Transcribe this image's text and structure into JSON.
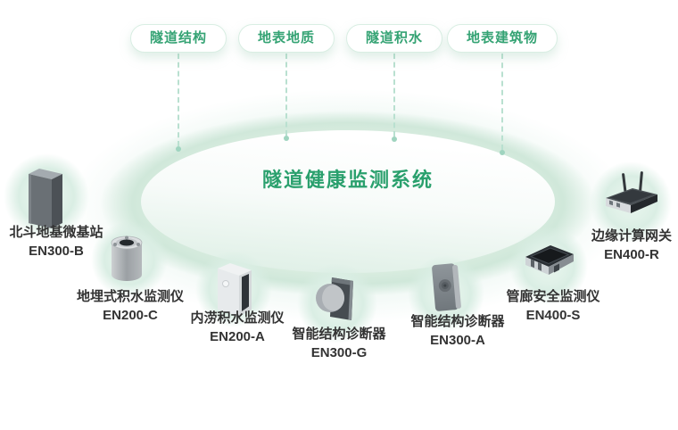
{
  "title": "隧道健康监测系统",
  "badges": [
    {
      "label": "隧道结构"
    },
    {
      "label": "地表地质"
    },
    {
      "label": "隧道积水"
    },
    {
      "label": "地表建筑物"
    }
  ],
  "devices": [
    {
      "name": "北斗地基微基站",
      "model": "EN300-B",
      "icon": "beidou-base-station-pillar"
    },
    {
      "name": "地埋式积水监测仪",
      "model": "EN200-C",
      "icon": "buried-water-sensor-cylinder"
    },
    {
      "name": "内涝积水监测仪",
      "model": "EN200-A",
      "icon": "waterlogging-monitor-box"
    },
    {
      "name": "智能结构诊断器",
      "model": "EN300-G",
      "icon": "structure-diagnoser-disc"
    },
    {
      "name": "智能结构诊断器",
      "model": "EN300-A",
      "icon": "structure-diagnoser-slab"
    },
    {
      "name": "管廊安全监测仪",
      "model": "EN400-S",
      "icon": "pipe-gallery-monitor-flatbox"
    },
    {
      "name": "边缘计算网关",
      "model": "EN400-R",
      "icon": "edge-gateway-router"
    }
  ],
  "colors": {
    "accent_green": "#2aa06d",
    "badge_text": "#35a374",
    "badge_border": "#d9eee3",
    "dashed_line": "#b9e0d0",
    "platform_band": "#d5ebdf",
    "bubble_green": "#e0f1e8",
    "label_text": "#333333",
    "background": "#ffffff"
  }
}
